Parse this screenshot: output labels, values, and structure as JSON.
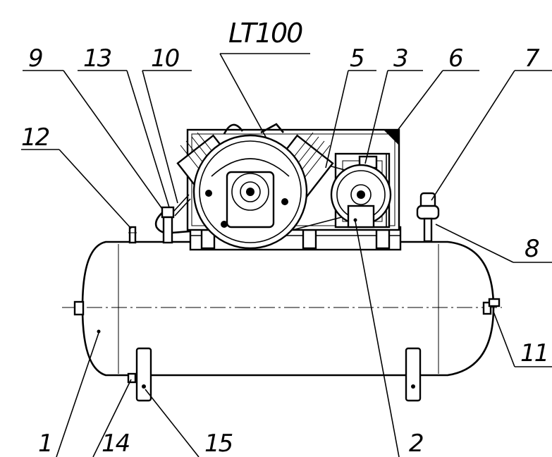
{
  "drawing": {
    "model_label": "LT100",
    "callouts": {
      "c1": "1",
      "c2": "2",
      "c3": "3",
      "c5": "5",
      "c6": "6",
      "c7": "7",
      "c8": "8",
      "c9": "9",
      "c10": "10",
      "c11": "11",
      "c12": "12",
      "c13": "13",
      "c14": "14",
      "c15": "15"
    }
  },
  "colors": {
    "line": "#000000",
    "background": "#ffffff"
  }
}
